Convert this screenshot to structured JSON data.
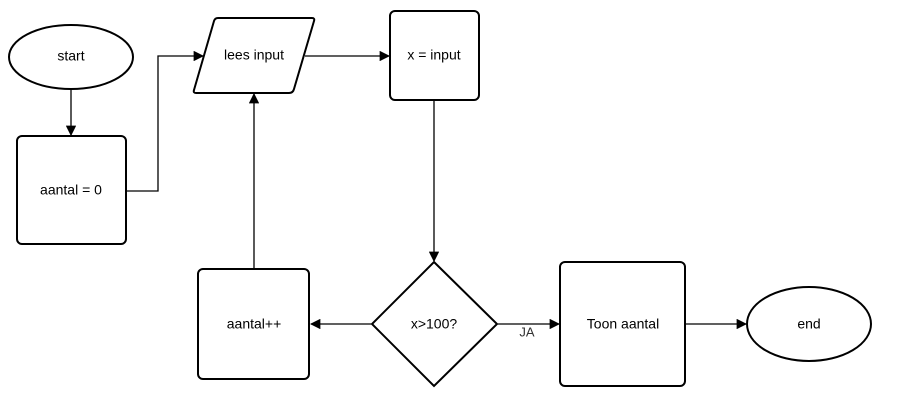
{
  "nodes": {
    "start": "start",
    "init": "aantal = 0",
    "read": "lees input",
    "assign": "x = input",
    "decision": "x>100?",
    "increment": "aantal++",
    "show": "Toon aantal",
    "end": "end"
  },
  "edges": {
    "decision_to_show_label": "JA"
  }
}
